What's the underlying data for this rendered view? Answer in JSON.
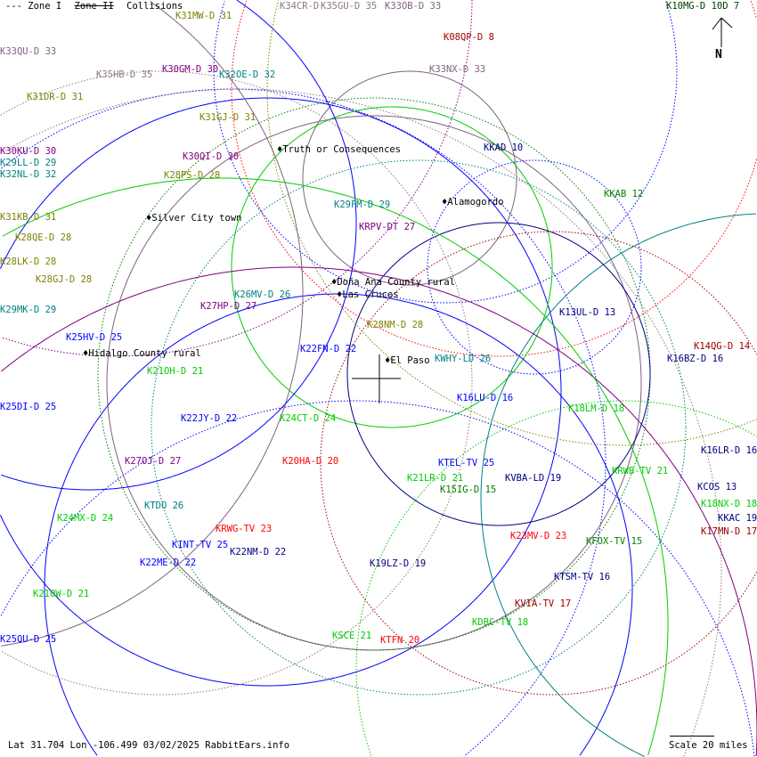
{
  "legend": {
    "zone1": "--- Zone I",
    "zone2": "Zone II",
    "collisions": "Collisions"
  },
  "footer": {
    "coords": "Lat 31.704 Lon -106.499 03/02/2025 RabbitEars.info",
    "scale": "Scale 20 miles"
  },
  "north_label": "N",
  "colors": {
    "blue": "#0000ff",
    "navy": "#000080",
    "green": "#00cc00",
    "darkgreen": "#008000",
    "red": "#ff0000",
    "darkred": "#a00000",
    "purple": "#800080",
    "mauve": "#806080",
    "olive": "#808000",
    "teal": "#008080",
    "brown": "#907878"
  },
  "cities": [
    {
      "name": "Truth or Consequences"
    },
    {
      "name": "Silver City town"
    },
    {
      "name": "Alamogordo"
    },
    {
      "name": "Doña Ana County rural"
    },
    {
      "name": "Las Cruces"
    },
    {
      "name": "Hidalgo County rural"
    },
    {
      "name": "El Paso"
    }
  ],
  "stations": [
    {
      "label": "K31MW-D 31",
      "color": "#808000"
    },
    {
      "label": "K34CR-D",
      "color": "#907878"
    },
    {
      "label": "K35GU-D 35",
      "color": "#907878"
    },
    {
      "label": "K33OB-D 33",
      "color": "#806080"
    },
    {
      "label": "K08QP-D 8",
      "color": "#a00000"
    },
    {
      "label": "K10MG-D 10D 7",
      "color": "#004000"
    },
    {
      "label": "K33QU-D 33",
      "color": "#806080"
    },
    {
      "label": "K35HB-D 35",
      "color": "#907878"
    },
    {
      "label": "K30GM-D 30",
      "color": "#800080"
    },
    {
      "label": "K32OE-D 32",
      "color": "#008080"
    },
    {
      "label": "K33NX-D 33",
      "color": "#806080"
    },
    {
      "label": "K31DR-D 31",
      "color": "#808000"
    },
    {
      "label": "K31GJ-D 31",
      "color": "#808000"
    },
    {
      "label": "K30KU-D 30",
      "color": "#800080"
    },
    {
      "label": "K29LL-D 29",
      "color": "#008080"
    },
    {
      "label": "K32NL-D 32",
      "color": "#008080"
    },
    {
      "label": "K30QI-D 30",
      "color": "#800080"
    },
    {
      "label": "K28PS-D 28",
      "color": "#808000"
    },
    {
      "label": "K31KB-D 31",
      "color": "#808000"
    },
    {
      "label": "K28QE-D 28",
      "color": "#808000"
    },
    {
      "label": "K28LK-D 28",
      "color": "#808000"
    },
    {
      "label": "K28GJ-D 28",
      "color": "#808000"
    },
    {
      "label": "K29MK-D 29",
      "color": "#008080"
    },
    {
      "label": "K26MV-D 26",
      "color": "#008080"
    },
    {
      "label": "K27HP-D 27",
      "color": "#800080"
    },
    {
      "label": "KKAD 10",
      "color": "#000080"
    },
    {
      "label": "KKAB 12",
      "color": "#008000"
    },
    {
      "label": "K29FM-D 29",
      "color": "#008080"
    },
    {
      "label": "KRPV-DT 27",
      "color": "#800080"
    },
    {
      "label": "K28NM-D 28",
      "color": "#808000"
    },
    {
      "label": "K22FN-D 22",
      "color": "#0000ff"
    },
    {
      "label": "KWHY-LD 26",
      "color": "#008080"
    },
    {
      "label": "K13UL-D 13",
      "color": "#000080"
    },
    {
      "label": "K14QG-D 14",
      "color": "#a00000"
    },
    {
      "label": "K16BZ-D 16",
      "color": "#000080"
    },
    {
      "label": "K25HV-D 25",
      "color": "#0000ff"
    },
    {
      "label": "K21OH-D 21",
      "color": "#00cc00"
    },
    {
      "label": "K25DI-D 25",
      "color": "#0000ff"
    },
    {
      "label": "K16LU-D 16",
      "color": "#0000ff"
    },
    {
      "label": "K18LM-D 18",
      "color": "#00cc00"
    },
    {
      "label": "K22JY-D 22",
      "color": "#0000ff"
    },
    {
      "label": "K24CT-D 24",
      "color": "#00cc00"
    },
    {
      "label": "K16LR-D 16",
      "color": "#000080"
    },
    {
      "label": "K27OJ-D 27",
      "color": "#800080"
    },
    {
      "label": "K20HA-D 20",
      "color": "#ff0000"
    },
    {
      "label": "KTEL-TV 25",
      "color": "#0000ff"
    },
    {
      "label": "KRWB-TV 21",
      "color": "#00cc00"
    },
    {
      "label": "K15IG-D 15",
      "color": "#008000"
    },
    {
      "label": "K21LR-D 21",
      "color": "#00cc00"
    },
    {
      "label": "KVBA-LD 19",
      "color": "#000080"
    },
    {
      "label": "KCOS 13",
      "color": "#000080"
    },
    {
      "label": "KTDO 26",
      "color": "#008080"
    },
    {
      "label": "K18NX-D 18",
      "color": "#00cc00"
    },
    {
      "label": "K24MX-D 24",
      "color": "#00cc00"
    },
    {
      "label": "KKAC 19",
      "color": "#000080"
    },
    {
      "label": "KRWG-TV 23",
      "color": "#ff0000"
    },
    {
      "label": "K17MN-D 17",
      "color": "#a00000"
    },
    {
      "label": "K23MV-D 23",
      "color": "#ff0000"
    },
    {
      "label": "KFOX-TV 15",
      "color": "#008000"
    },
    {
      "label": "KINT-TV 25",
      "color": "#0000ff"
    },
    {
      "label": "K22NM-D 22",
      "color": "#000080"
    },
    {
      "label": "K22ME-D 22",
      "color": "#0000ff"
    },
    {
      "label": "K19LZ-D 19",
      "color": "#000080"
    },
    {
      "label": "KTSM-TV 16",
      "color": "#000080"
    },
    {
      "label": "K21OW-D 21",
      "color": "#00cc00"
    },
    {
      "label": "KVIA-TV 17",
      "color": "#a00000"
    },
    {
      "label": "KDBC-TV 18",
      "color": "#00cc00"
    },
    {
      "label": "K25QU-D 25",
      "color": "#0000ff"
    },
    {
      "label": "KSCE 21",
      "color": "#00cc00"
    },
    {
      "label": "KTFN 20",
      "color": "#ff0000"
    }
  ]
}
